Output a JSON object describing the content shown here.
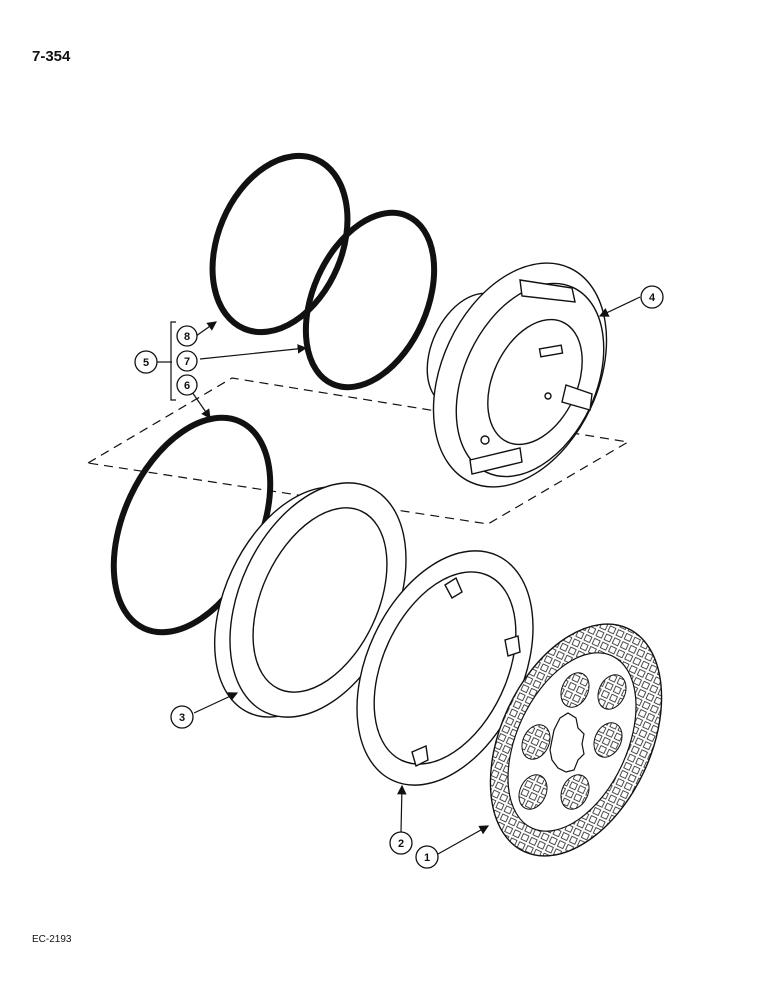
{
  "page_number": "7-354",
  "figure_code": "EC-2193",
  "callouts": [
    "1",
    "2",
    "3",
    "4",
    "5",
    "6",
    "7",
    "8"
  ],
  "colors": {
    "ink": "#111111",
    "paper": "#ffffff"
  }
}
